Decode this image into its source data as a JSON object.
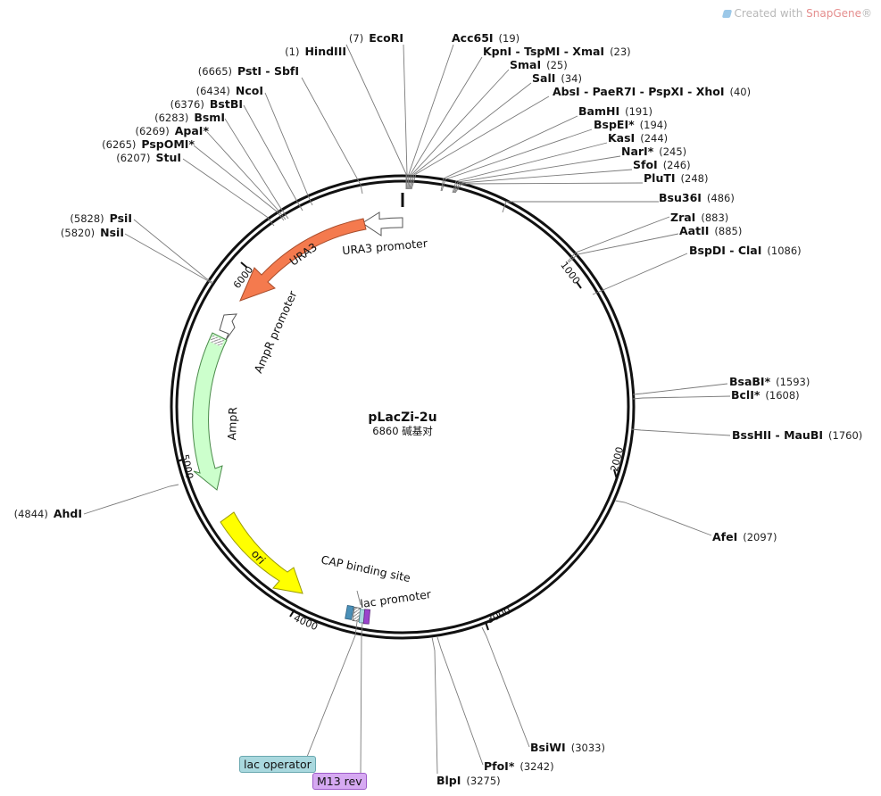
{
  "watermark": {
    "prefix": "Created with ",
    "brand": "SnapGene",
    "suffix": "®"
  },
  "plasmid": {
    "name": "pLacZi-2u",
    "length_text": "6860 碱基对",
    "length_bp": 6860
  },
  "ticks": [
    "1000",
    "2000",
    "3000",
    "4000",
    "5000",
    "6000"
  ],
  "features": [
    {
      "label": "URA3",
      "color": "#f47a4e"
    },
    {
      "label": "URA3 promoter",
      "color": "#ffffff"
    },
    {
      "label": "AmpR promoter",
      "color": "#ffffff"
    },
    {
      "label": "AmpR",
      "color": "#ccffcc"
    },
    {
      "label": "ori",
      "color": "#ffff00"
    },
    {
      "label": "CAP binding site",
      "color": "#4a90b8"
    },
    {
      "label": "lac promoter",
      "color": "#ffffff"
    },
    {
      "label": "lac operator",
      "color": "#a9d8de"
    },
    {
      "label": "M13 rev",
      "color": "#9b44cc"
    }
  ],
  "sites": [
    {
      "name": "HindIII",
      "pos": "(1)"
    },
    {
      "name": "EcoRI",
      "pos": "(7)"
    },
    {
      "name": "Acc65I",
      "pos": "(19)"
    },
    {
      "name": "KpnI - TspMI - XmaI",
      "pos": "(23)"
    },
    {
      "name": "SmaI",
      "pos": "(25)"
    },
    {
      "name": "SalI",
      "pos": "(34)"
    },
    {
      "name": "AbsI - PaeR7I - PspXI - XhoI",
      "pos": "(40)"
    },
    {
      "name": "BamHI",
      "pos": "(191)"
    },
    {
      "name": "BspEI*",
      "pos": "(194)"
    },
    {
      "name": "KasI",
      "pos": "(244)"
    },
    {
      "name": "NarI*",
      "pos": "(245)"
    },
    {
      "name": "SfoI",
      "pos": "(246)"
    },
    {
      "name": "PluTI",
      "pos": "(248)"
    },
    {
      "name": "Bsu36I",
      "pos": "(486)"
    },
    {
      "name": "ZraI",
      "pos": "(883)"
    },
    {
      "name": "AatII",
      "pos": "(885)"
    },
    {
      "name": "BspDI - ClaI",
      "pos": "(1086)"
    },
    {
      "name": "BsaBI*",
      "pos": "(1593)"
    },
    {
      "name": "BclI*",
      "pos": "(1608)"
    },
    {
      "name": "BssHII - MauBI",
      "pos": "(1760)"
    },
    {
      "name": "AfeI",
      "pos": "(2097)"
    },
    {
      "name": "BsiWI",
      "pos": "(3033)"
    },
    {
      "name": "PfoI*",
      "pos": "(3242)"
    },
    {
      "name": "BlpI",
      "pos": "(3275)"
    },
    {
      "name": "AhdI",
      "pos": "(4844)"
    },
    {
      "name": "NsiI",
      "pos": "(5820)"
    },
    {
      "name": "PsiI",
      "pos": "(5828)"
    },
    {
      "name": "StuI",
      "pos": "(6207)"
    },
    {
      "name": "PspOMI*",
      "pos": "(6265)"
    },
    {
      "name": "ApaI*",
      "pos": "(6269)"
    },
    {
      "name": "BsmI",
      "pos": "(6283)"
    },
    {
      "name": "BstBI",
      "pos": "(6376)"
    },
    {
      "name": "NcoI",
      "pos": "(6434)"
    },
    {
      "name": "PstI - SbfI",
      "pos": "(6665)"
    }
  ]
}
